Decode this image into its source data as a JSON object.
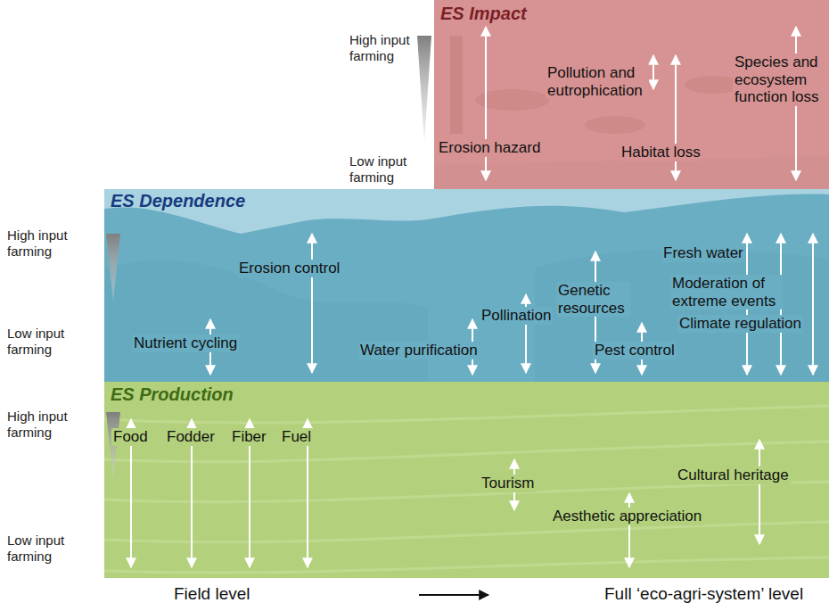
{
  "diagram": {
    "nodes": [
      {
        "text": [
          "ES Impact",
          "Erosion hazard",
          "Pollution and eutrophication",
          "Habitat loss",
          "Species and ecosystem function loss"
        ]
      },
      {
        "text": [
          "ES Dependence",
          "Erosion control",
          "Nutrient cycling",
          "Water purification",
          "Pollination",
          "Genetic resources",
          "Pest control",
          "Fresh water",
          "Moderation of extreme events",
          "Climate regulation"
        ]
      },
      {
        "text": [
          "ES Production",
          "Food",
          "Fodder",
          "Fiber",
          "Fuel",
          "Tourism",
          "Aesthetic appreciation",
          "Cultural heritage"
        ]
      }
    ],
    "labels": [
      "High input farming",
      "Low input farming",
      "High input farming",
      "Low input farming",
      "High input farming",
      "Low input farming",
      "Field level",
      "Full ‘eco-agri-system’ level"
    ]
  }
}
